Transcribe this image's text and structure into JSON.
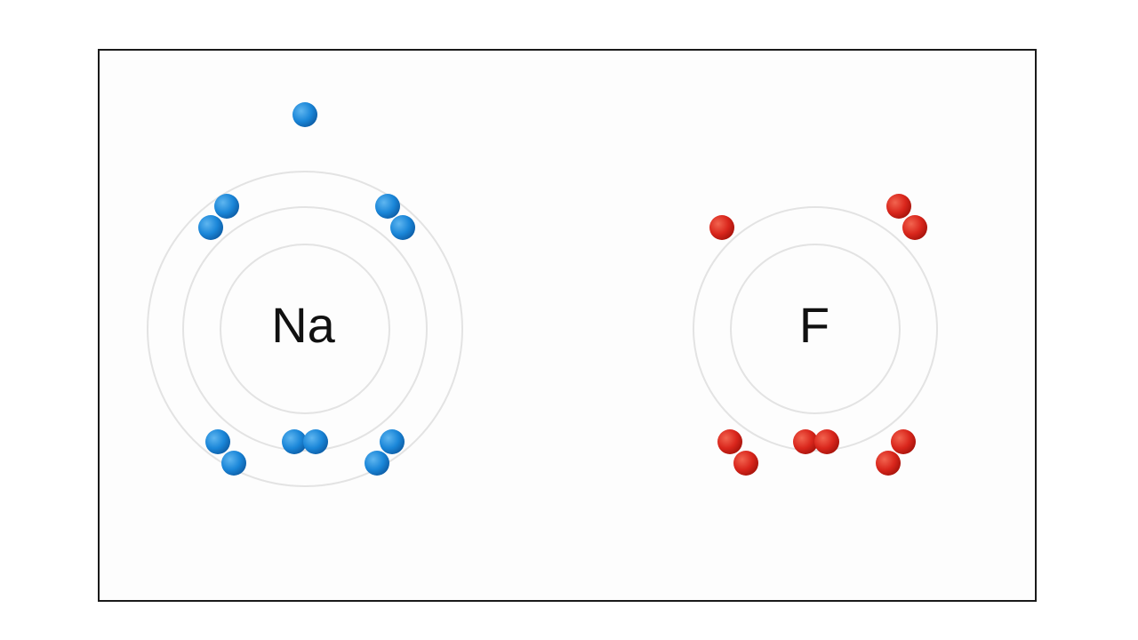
{
  "atoms": [
    {
      "symbol": "Na",
      "color": "#1a86d8",
      "shells": [
        2,
        8,
        1
      ]
    },
    {
      "symbol": "F",
      "color": "#d9261c",
      "shells": [
        2,
        7
      ]
    }
  ],
  "colors": {
    "orbit": "#e3e3e3",
    "border": "#1a1a1a",
    "background": "#fdfdfd"
  }
}
